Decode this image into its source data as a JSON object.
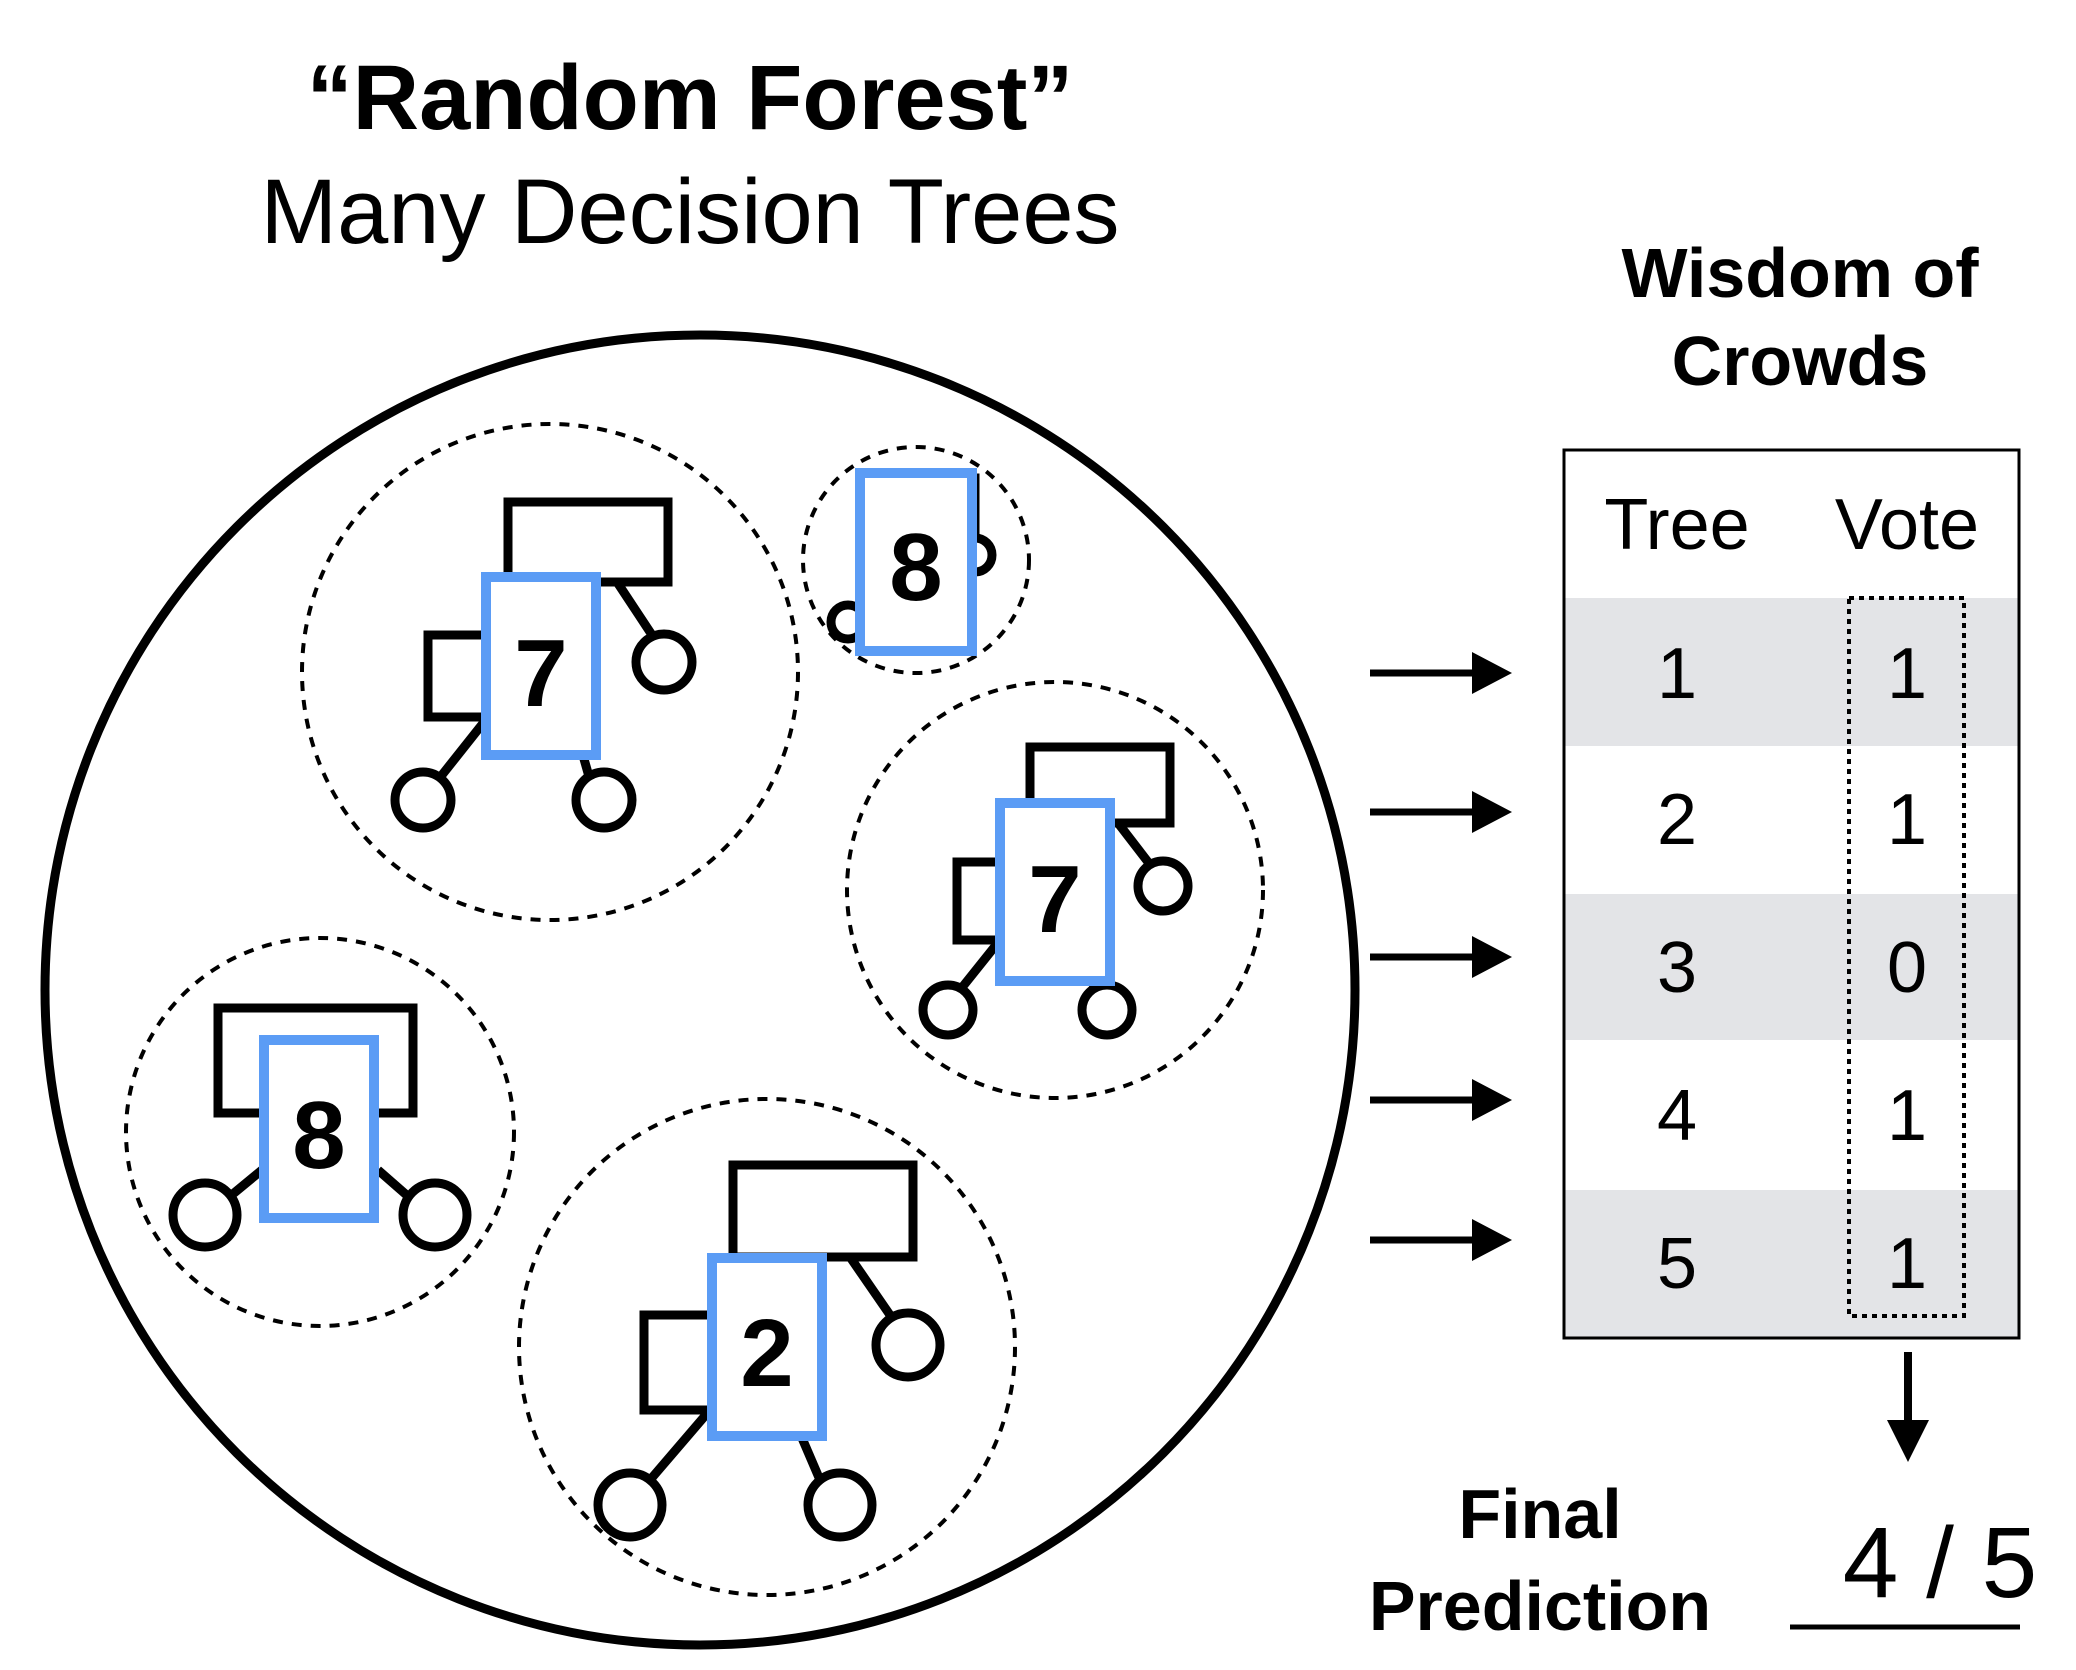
{
  "title": "“Random Forest”",
  "subtitle": "Many Decision Trees",
  "wisdom_heading": [
    "Wisdom of",
    "Crowds"
  ],
  "table": {
    "headers": [
      "Tree",
      "Vote"
    ],
    "rows": [
      {
        "tree": "1",
        "vote": "1"
      },
      {
        "tree": "2",
        "vote": "1"
      },
      {
        "tree": "3",
        "vote": "0"
      },
      {
        "tree": "4",
        "vote": "1"
      },
      {
        "tree": "5",
        "vote": "1"
      }
    ]
  },
  "final_label": [
    "Final",
    "Prediction"
  ],
  "final_value": "4 / 5",
  "tree_predictions": [
    "7",
    "8",
    "7",
    "8",
    "2"
  ],
  "colors": {
    "highlight_box": "#5b9cf5",
    "row_shade": "#e3e4e7",
    "stroke": "#000000"
  }
}
